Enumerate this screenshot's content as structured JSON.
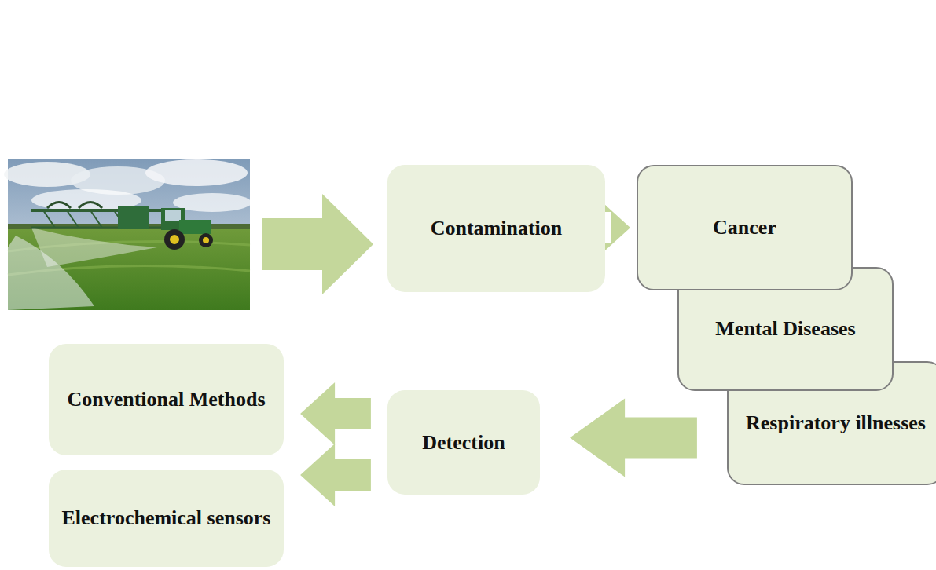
{
  "diagram": {
    "nodes": [
      {
        "text": [
          "Contamination"
        ]
      },
      {
        "text": [
          "Cancer"
        ]
      },
      {
        "text": [
          "Mental Diseases"
        ]
      },
      {
        "text": [
          "Respiratory illnesses"
        ]
      },
      {
        "text": [
          "Detection"
        ]
      },
      {
        "text": [
          "Conventional Methods"
        ]
      },
      {
        "text": [
          "Electrochemical sensors"
        ]
      }
    ],
    "edges": [
      {
        "from": 0,
        "to": 1,
        "arrow": "to"
      },
      {
        "from": 3,
        "to": 4,
        "arrow": "to"
      },
      {
        "from": 4,
        "to": 5,
        "arrow": "to"
      },
      {
        "from": 4,
        "to": 6,
        "arrow": "to"
      }
    ]
  }
}
